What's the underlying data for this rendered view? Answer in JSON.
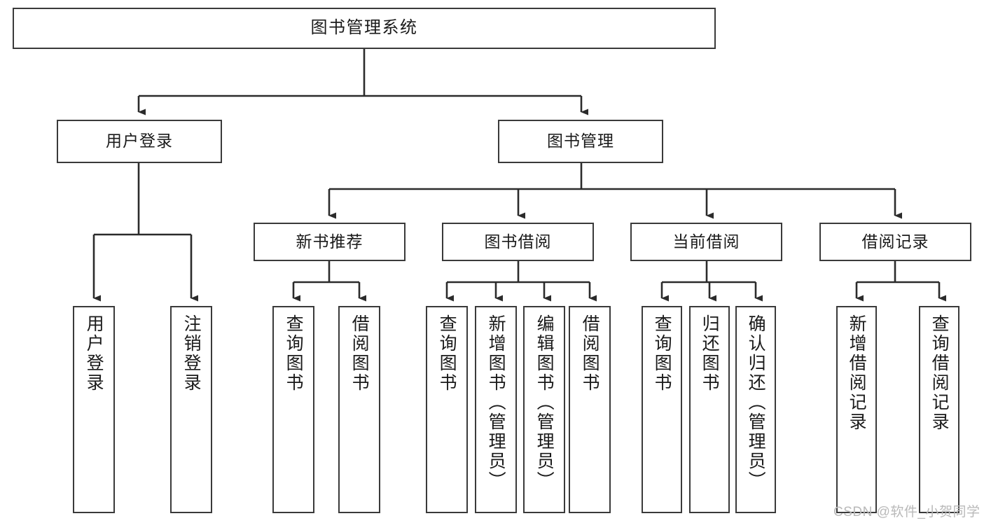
{
  "diagram": {
    "title": "图书管理系统",
    "type": "function-structure-tree",
    "colors": {
      "box_border": "#3a3a3a",
      "box_fill": "#ffffff",
      "edge": "#2b2b2b",
      "text": "#1a1a1a",
      "watermark": "#b9b9b9",
      "background": "#ffffff"
    },
    "nodes": {
      "root": {
        "label": "图书管理系统"
      },
      "level2": [
        {
          "id": "user-login",
          "label": "用户登录"
        },
        {
          "id": "book-manage",
          "label": "图书管理"
        }
      ],
      "level3": [
        {
          "id": "new-book-recommend",
          "label": "新书推荐"
        },
        {
          "id": "book-borrow",
          "label": "图书借阅"
        },
        {
          "id": "current-borrow",
          "label": "当前借阅"
        },
        {
          "id": "borrow-record",
          "label": "借阅记录"
        }
      ],
      "leaves": {
        "user-login": [
          {
            "id": "leaf-user-login",
            "label": "用户登录"
          },
          {
            "id": "leaf-logout-login",
            "label": "注销登录"
          }
        ],
        "new-book-recommend": [
          {
            "id": "leaf-query-book-1",
            "label": "查询图书"
          },
          {
            "id": "leaf-borrow-book-1",
            "label": "借阅图书"
          }
        ],
        "book-borrow": [
          {
            "id": "leaf-query-book-2",
            "label": "查询图书"
          },
          {
            "id": "leaf-add-book",
            "label": "新增图书（管理员）"
          },
          {
            "id": "leaf-edit-book",
            "label": "编辑图书（管理员）"
          },
          {
            "id": "leaf-borrow-book-2",
            "label": "借阅图书"
          }
        ],
        "current-borrow": [
          {
            "id": "leaf-query-book-3",
            "label": "查询图书"
          },
          {
            "id": "leaf-return-book",
            "label": "归还图书"
          },
          {
            "id": "leaf-confirm-return",
            "label": "确认归还（管理员）"
          }
        ],
        "borrow-record": [
          {
            "id": "leaf-add-record",
            "label": "新增借阅记录"
          },
          {
            "id": "leaf-query-record",
            "label": "查询借阅记录"
          }
        ]
      }
    },
    "watermark": "CSDN @软件_小贺同学"
  }
}
